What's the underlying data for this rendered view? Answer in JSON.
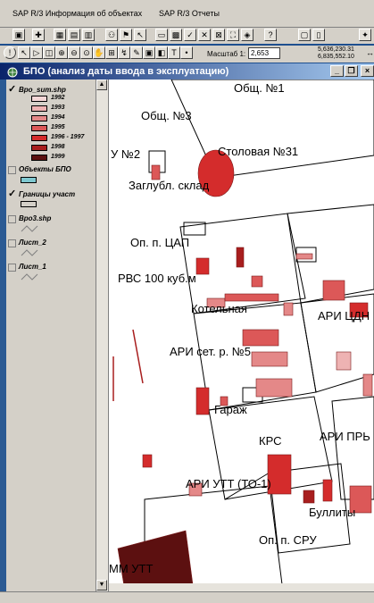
{
  "menu": {
    "items": [
      "SAP R/3 Информация об объектах",
      "SAP R/3 Отчеты"
    ]
  },
  "toolbar": {
    "scale_label": "Масштаб 1:",
    "scale_value": "2,653",
    "coord_x": "5,636,230.31",
    "coord_y": "6,835,552.10"
  },
  "window": {
    "title": "БПО (анализ даты ввода в эксплуатацию)",
    "minimize": "_",
    "restore": "❐",
    "close": "×"
  },
  "legend": {
    "layer1": {
      "name": "Bpo_sum.shp",
      "items": [
        {
          "label": "1992",
          "color": "#f4d6d6"
        },
        {
          "label": "1993",
          "color": "#eeb3b3"
        },
        {
          "label": "1994",
          "color": "#e48888"
        },
        {
          "label": "1995",
          "color": "#dc5858"
        },
        {
          "label": "1996 - 1997",
          "color": "#d42c2c"
        },
        {
          "label": "1998",
          "color": "#a81e1e"
        },
        {
          "label": "1999",
          "color": "#5c1010"
        }
      ]
    },
    "layer2": {
      "name": "Объекты БПО",
      "color": "#7fc8d0"
    },
    "layer3": {
      "name": "Границы участ",
      "color": "#d4d0c8"
    },
    "layer4": {
      "name": "Bpo3.shp"
    },
    "layer5": {
      "name": "Лист_2"
    },
    "layer6": {
      "name": "Лист_1"
    }
  },
  "map": {
    "labels": {
      "obsh1": "Общ. №1",
      "obsh3": "Общ. №3",
      "u2": "У №2",
      "stolovaya": "Столовая №31",
      "zaglub": "Заглубл. склад",
      "opcap": "Оп. п. ЦАП",
      "rvs": "РВС 100 куб.м",
      "kotelnaya": "Котельная",
      "ari_cd": "АРИ ЦДН",
      "ari_set": "АРИ сет. р. №5",
      "garazh": "Гараж",
      "krs": "КРС",
      "ari_pr": "АРИ ПРЬ",
      "ari_utt": "АРИ УТТ (ТО-1)",
      "bullity": "Буллиты",
      "op_sru": "Оп. п. СРУ",
      "mm_utt": "ММ УТТ"
    }
  }
}
